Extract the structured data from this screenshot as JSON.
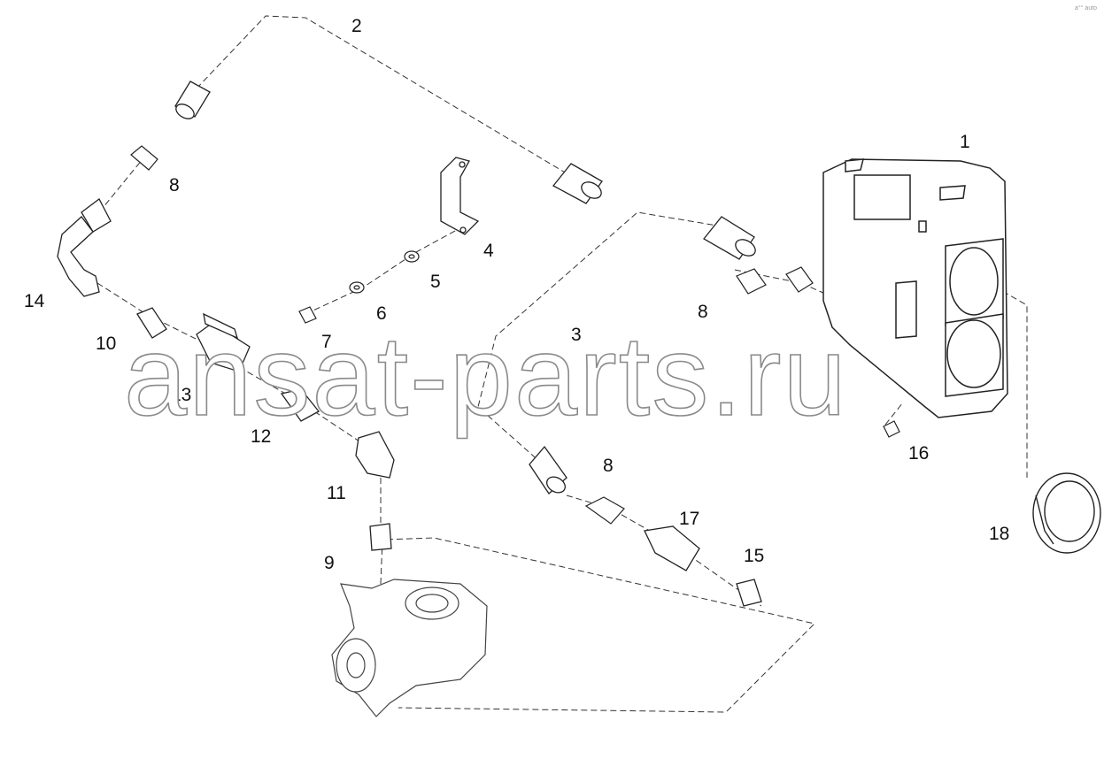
{
  "diagram": {
    "callouts": [
      "1",
      "2",
      "3",
      "4",
      "5",
      "6",
      "7",
      "8",
      "8",
      "8",
      "9",
      "10",
      "11",
      "12",
      "13",
      "14",
      "15",
      "16",
      "17",
      "18"
    ],
    "watermark": "ansat-parts.ru",
    "corner_mark": "a°° auto",
    "colors": {
      "line": "#222222",
      "leader": "#555555",
      "watermark_outline": "#8a8a8a"
    }
  }
}
